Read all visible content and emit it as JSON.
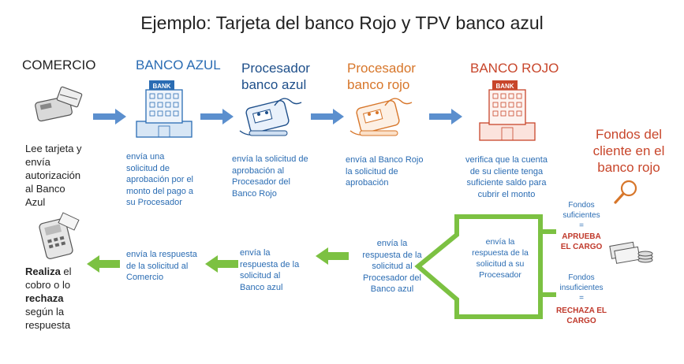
{
  "title": "Ejemplo: Tarjeta del banco Rojo y TPV banco azul",
  "headers": {
    "comercio": "COMERCIO",
    "banco_azul": "BANCO AZUL",
    "proc_azul_1": "Procesador",
    "proc_azul_2": "banco azul",
    "proc_rojo_1": "Procesador",
    "proc_rojo_2": "banco rojo",
    "banco_rojo": "BANCO ROJO",
    "fondos_1": "Fondos del",
    "fondos_2": "cliente en el",
    "fondos_3": "banco rojo"
  },
  "logo_text": "BANK",
  "top_row": {
    "comercio": [
      "Lee tarjeta y",
      "envía",
      "autorización",
      "al Banco",
      "Azul"
    ],
    "banco_azul": [
      "envía una",
      "solicitud de",
      "aprobación por el",
      "monto del pago a",
      "su Procesador"
    ],
    "proc_azul": [
      "envía la solicitud de",
      "aprobación al",
      "Procesador del",
      "Banco Rojo"
    ],
    "proc_rojo": [
      "envía al Banco Rojo",
      "la solicitud de",
      "aprobación"
    ],
    "banco_rojo": [
      "verifica que la cuenta",
      "de su cliente tenga",
      "suficiente saldo para",
      "cubrir el monto"
    ]
  },
  "bottom_row": {
    "to_comercio": [
      "envía la respuesta",
      "de la solicitud al",
      "Comercio"
    ],
    "to_banco_azul": [
      "envía la",
      "respuesta de la",
      "solicitud al",
      "Banco azul"
    ],
    "to_proc_azul": [
      "envía la",
      "respuesta de la",
      "solicitud al",
      "Procesador del",
      "Banco azul"
    ],
    "to_proc_rojo": [
      "envía la",
      "respuesta de la",
      "solicitud a su",
      "Procesador"
    ]
  },
  "fondos_suficientes": [
    "Fondos",
    "suficientes",
    "="
  ],
  "aprueba": [
    "APRUEBA",
    "EL CARGO"
  ],
  "fondos_insuficientes": [
    "Fondos",
    "insuficientes",
    "="
  ],
  "rechaza": [
    "RECHAZA EL",
    "CARGO"
  ],
  "result": {
    "realiza": "Realiza",
    "el": " el",
    "cobro": "cobro o lo",
    "rechaza": "rechaza",
    "segun": "según la",
    "respuesta": "respuesta"
  },
  "colors": {
    "blue_arrow": "#5b8fce",
    "green": "#7cc142",
    "blue_text": "#2a6cb3",
    "orange": "#d7762a",
    "red": "#c8462b"
  }
}
